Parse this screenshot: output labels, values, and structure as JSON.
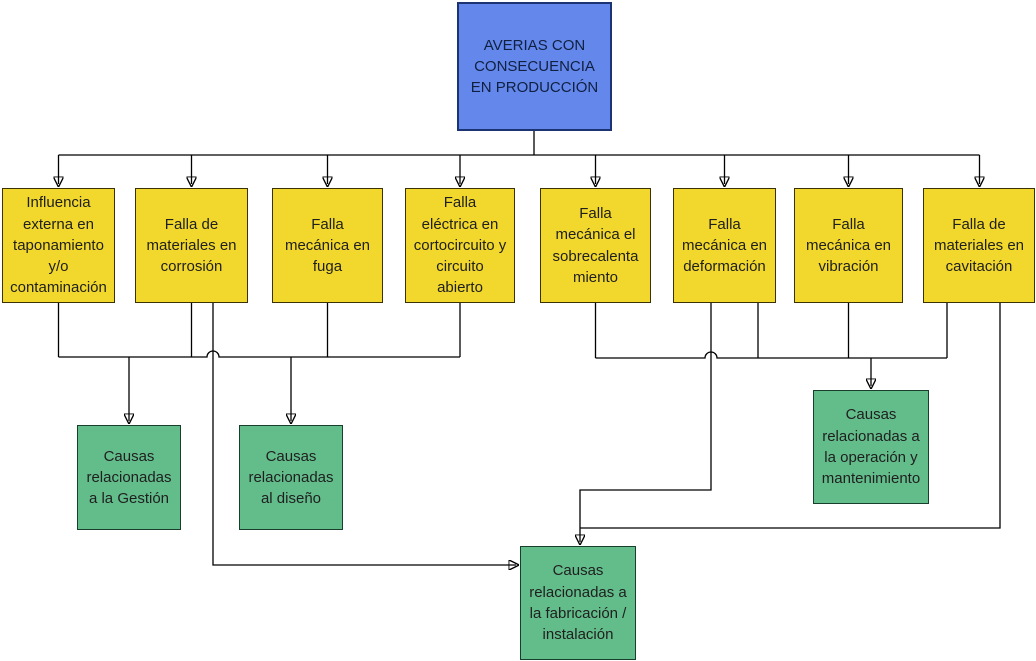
{
  "diagram": {
    "root": {
      "label": "AVERIAS CON\nCONSECUENCIA\nEN PRODUCCIÓN"
    },
    "failures": [
      {
        "label": "Influencia\nexterna en\ntaponamiento\ny/o\ncontaminación"
      },
      {
        "label": "Falla de\nmateriales en\ncorrosión"
      },
      {
        "label": "Falla\nmecánica en\nfuga"
      },
      {
        "label": "Falla\neléctrica en\ncortocircuito y\ncircuito\nabierto"
      },
      {
        "label": "Falla\nmecánica el\nsobrecalenta\nmiento"
      },
      {
        "label": "Falla\nmecánica en\ndeformación"
      },
      {
        "label": "Falla\nmecánica en\nvibración"
      },
      {
        "label": "Falla de\nmateriales en\ncavitación"
      }
    ],
    "causes": [
      {
        "label": "Causas\nrelacionadas\na la Gestión"
      },
      {
        "label": "Causas\nrelacionadas\nal diseño"
      },
      {
        "label": "Causas\nrelacionadas a\nla operación y\nmantenimiento"
      },
      {
        "label": "Causas\nrelacionadas a\nla fabricación /\ninstalación"
      }
    ],
    "colors": {
      "root_fill": "#6487EB",
      "failure_fill": "#F2D82C",
      "cause_fill": "#63BD8B",
      "connector": "#000000",
      "background": "#FFFFFF"
    }
  }
}
